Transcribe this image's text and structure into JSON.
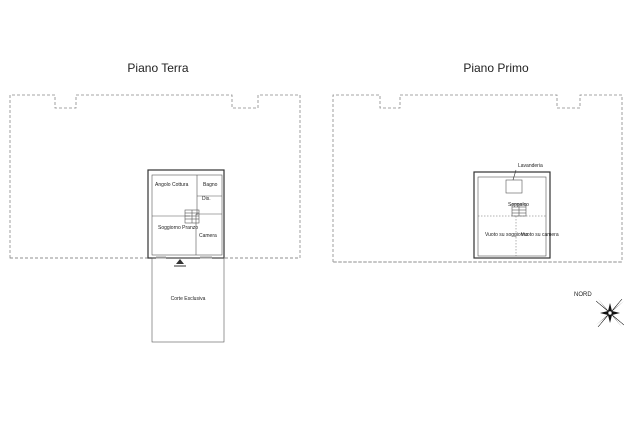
{
  "floors": {
    "ground": {
      "title": "Piano Terra",
      "rooms": {
        "kitchen": "Angolo Cottura",
        "bathroom": "Bagno",
        "disimpegno": "Dis.",
        "living": "Soggiorno Pranzo",
        "bedroom": "Camera",
        "garden": "Corte Esclusiva"
      }
    },
    "first": {
      "title": "Piano Primo",
      "rooms": {
        "laundry": "Lavanderia",
        "mezzanine": "Soppalco",
        "void_living": "Vuoto su soggiorno",
        "void_bedroom": "Vuoto su camera"
      }
    }
  },
  "compass": {
    "label": "NORD"
  }
}
